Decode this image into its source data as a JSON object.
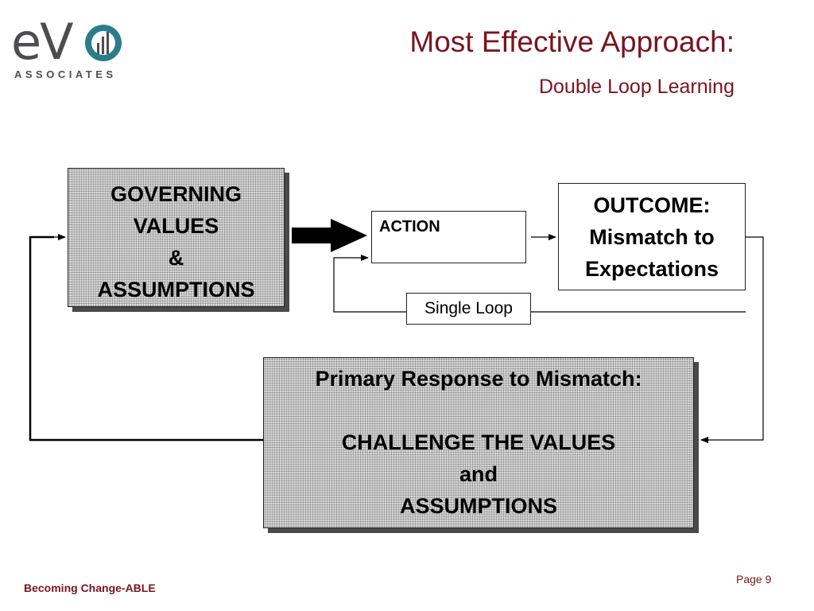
{
  "logo": {
    "letters": "eV",
    "subtitle": "ASSOCIATES",
    "colors": {
      "gray": "#4d4d4f",
      "teal": "#2c7d8c"
    }
  },
  "header": {
    "title": "Most Effective Approach:",
    "subtitle": "Double Loop Learning",
    "color": "#7a1420"
  },
  "diagram": {
    "governing": [
      "GOVERNING",
      "VALUES",
      "&",
      "ASSUMPTIONS"
    ],
    "action": "ACTION",
    "outcome": [
      "OUTCOME:",
      "Mismatch to",
      "Expectations"
    ],
    "single_loop": "Single Loop",
    "response": {
      "heading": "Primary Response to Mismatch:",
      "lines": [
        "CHALLENGE THE VALUES",
        "and",
        "ASSUMPTIONS"
      ]
    }
  },
  "footer": {
    "left": "Becoming Change-ABLE",
    "page": "Page 9"
  }
}
